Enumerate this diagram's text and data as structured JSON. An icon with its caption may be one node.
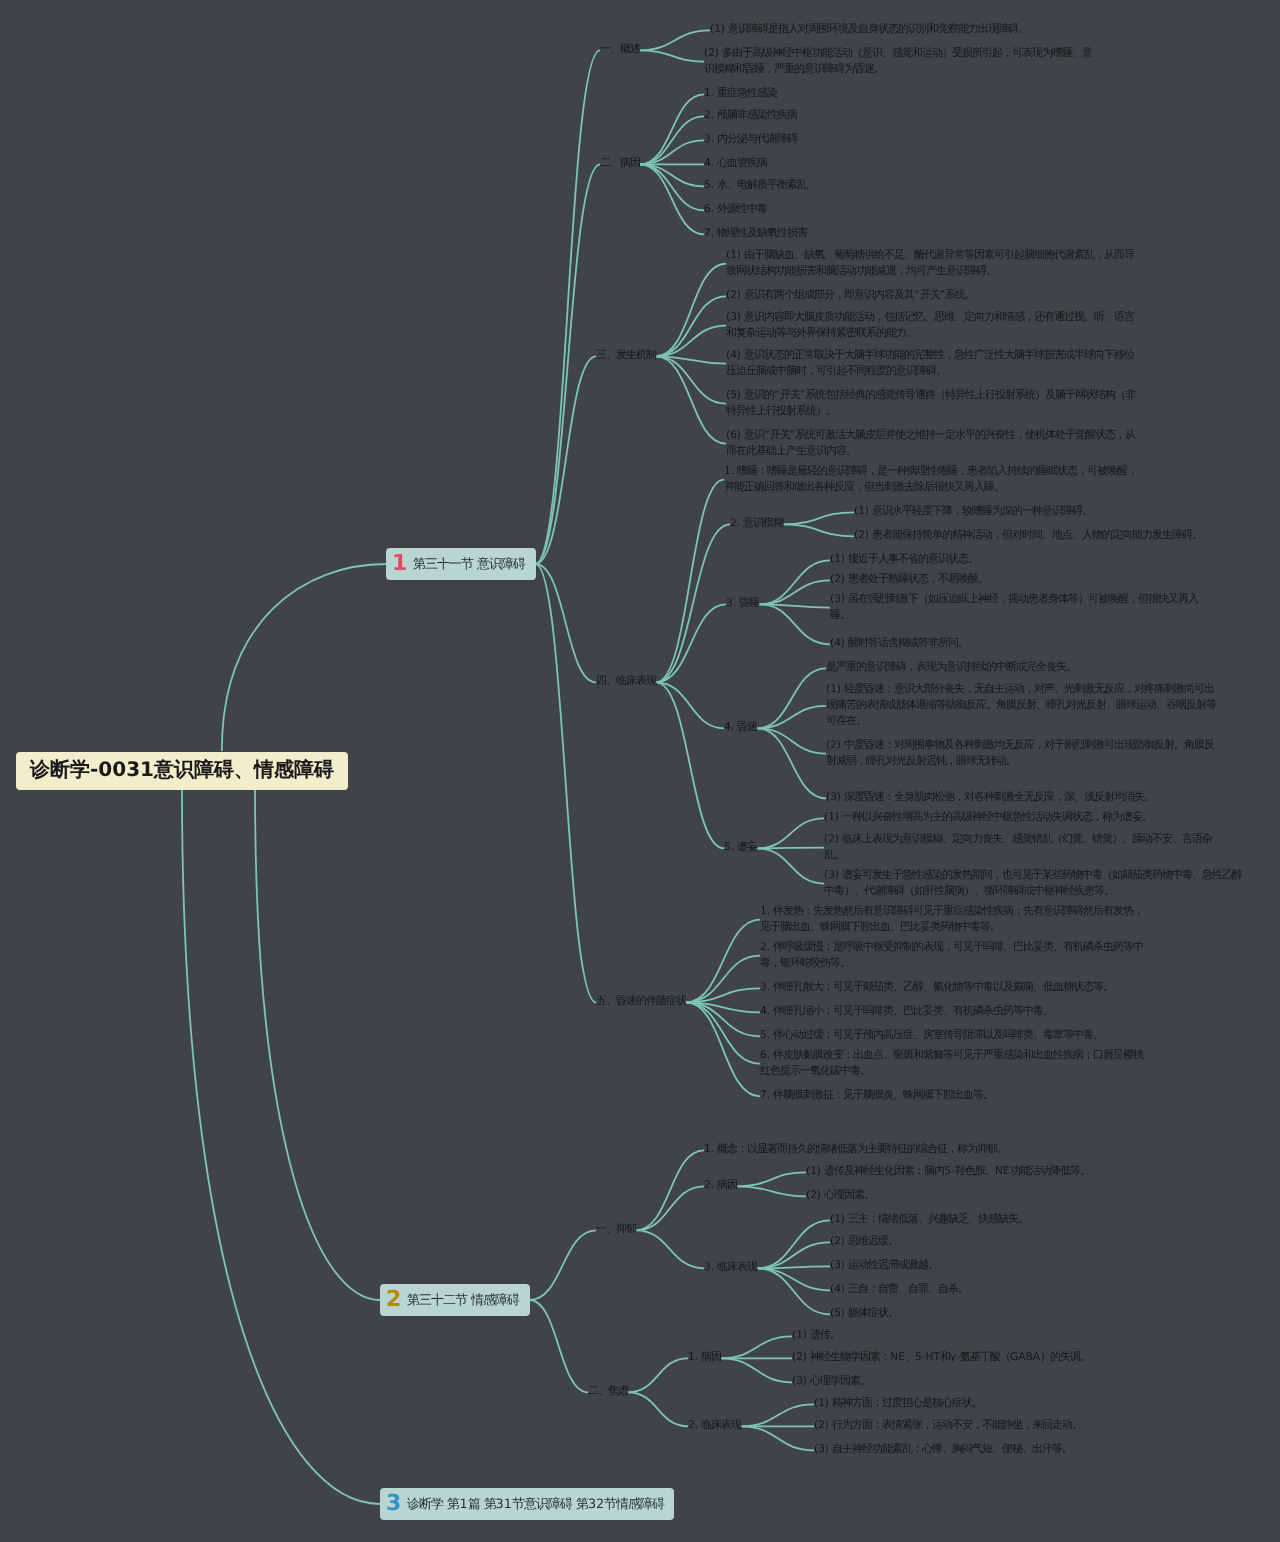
{
  "diagram": {
    "nodes": [
      {
        "text": [
          "诊断学-0031意识障碍、情感障碍"
        ]
      },
      {
        "text": [
          "1",
          "第三十一节 意识障碍"
        ]
      },
      {
        "text": [
          "一、概述"
        ]
      },
      {
        "text": [
          "(1) 意识障碍是指人对周围环境及自身状态的识别和觉察能力出现障碍。"
        ]
      },
      {
        "text": [
          "(2) 多由于高级神经中枢功能活动（意识、感觉和运动）受损所引起，可表现为嗜睡、意识模糊和昏睡，严重的意识障碍为昏迷。"
        ]
      },
      {
        "text": [
          "二、病因"
        ]
      },
      {
        "text": [
          "1. 重症急性感染"
        ]
      },
      {
        "text": [
          "2. 颅脑非感染性疾病"
        ]
      },
      {
        "text": [
          "3. 内分泌与代谢障碍"
        ]
      },
      {
        "text": [
          "4. 心血管疾病"
        ]
      },
      {
        "text": [
          "5. 水、电解质平衡紊乱"
        ]
      },
      {
        "text": [
          "6. 外源性中毒"
        ]
      },
      {
        "text": [
          "7. 物理性及缺氧性损害"
        ]
      },
      {
        "text": [
          "三、发生机制"
        ]
      },
      {
        "text": [
          "(1) 由于脑缺血、缺氧、葡萄糖供给不足、酶代谢异常等因素可引起脑细胞代谢紊乱，从而导致网状结构功能损害和脑活动功能减退，均可产生意识障碍。"
        ]
      },
      {
        "text": [
          "(2) 意识有两个组成部分，即意识内容及其“开关”系统。"
        ]
      },
      {
        "text": [
          "(3) 意识内容即大脑皮质功能活动，包括记忆、思维、定向力和情感，还有通过视、听、语言和复杂运动等与外界保持紧密联系的能力。"
        ]
      },
      {
        "text": [
          "(4) 意识状态的正常取决于大脑半球功能的完整性，急性广泛性大脑半球损害或半球向下移位压迫丘脑或中脑时，可引起不同程度的意识障碍。"
        ]
      },
      {
        "text": [
          "(5) 意识的“开关”系统包括经典的感觉传导通路（特异性上行投射系统）及脑干网状结构（非特异性上行投射系统）。"
        ]
      },
      {
        "text": [
          "(6) 意识“开关”系统可激活大脑皮层并使之维持一定水平的兴奋性，使机体处于觉醒状态，从而在此基础上产生意识内容。"
        ]
      },
      {
        "text": [
          "四、临床表现"
        ]
      },
      {
        "text": [
          "1. 嗜睡：嗜睡是最轻的意识障碍，是一种病理性倦睡，患者陷入持续的睡眠状态，可被唤醒，并能正确回答和做出各种反应，但当刺激去除后很快又再入睡。"
        ]
      },
      {
        "text": [
          "2. 意识模糊"
        ]
      },
      {
        "text": [
          "(1) 意识水平轻度下降，较嗜睡为深的一种意识障碍。"
        ]
      },
      {
        "text": [
          "(2) 患者能保持简单的精神活动，但对时间、地点、人物的定向能力发生障碍。"
        ]
      },
      {
        "text": [
          "3. 昏睡"
        ]
      },
      {
        "text": [
          "(1) 接近于人事不省的意识状态。"
        ]
      },
      {
        "text": [
          "(2) 患者处于熟睡状态，不易唤醒。"
        ]
      },
      {
        "text": [
          "(3) 虽在强烈刺激下（如压迫眶上神经，摇动患者身体等）可被唤醒，但很快又再入睡。"
        ]
      },
      {
        "text": [
          "(4) 醒时答话含糊或答非所问。"
        ]
      },
      {
        "text": [
          "4. 昏迷"
        ]
      },
      {
        "text": [
          "是严重的意识障碍，表现为意识持续的中断或完全丧失。"
        ]
      },
      {
        "text": [
          "(1) 轻度昏迷：意识大部分丧失，无自主运动，对声、光刺激无反应，对疼痛刺激尚可出现痛苦的表情或肢体退缩等防御反应。角膜反射、瞳孔对光反射、眼球运动、吞咽反射等可存在。"
        ]
      },
      {
        "text": [
          "(2) 中度昏迷：对周围事物及各种刺激均无反应，对于剧烈刺激可出现防御反射。角膜反射减弱，瞳孔对光反射迟钝，眼球无转动。"
        ]
      },
      {
        "text": [
          "(3) 深度昏迷：全身肌肉松弛，对各种刺激全无反应，深、浅反射均消失。"
        ]
      },
      {
        "text": [
          "5. 谵妄"
        ]
      },
      {
        "text": [
          "(1) 一种以兴奋性增高为主的高级神经中枢急性活动失调状态，称为谵妄。"
        ]
      },
      {
        "text": [
          "(2) 临床上表现为意识模糊、定向力丧失、感觉错乱（幻觉、错觉）、躁动不安、言语杂乱。"
        ]
      },
      {
        "text": [
          "(3) 谵妄可发生于急性感染的发热期间，也可见于某些药物中毒（如颠茄类药物中毒、急性乙醇中毒）、代谢障碍（如肝性脑病）、循环障碍或中枢神经疾患等。"
        ]
      },
      {
        "text": [
          "五、昏迷的伴随症状"
        ]
      },
      {
        "text": [
          "1. 伴发热：先发热然后有意识障碍可见于重症感染性疾病；先有意识障碍然后有发热，见于脑出血、蛛网膜下腔出血、巴比妥类药物中毒等。"
        ]
      },
      {
        "text": [
          "2. 伴呼吸缓慢：是呼吸中枢受抑制的表现，可见于吗啡、巴比妥类、有机磷杀虫药等中毒，银环蛇咬伤等。"
        ]
      },
      {
        "text": [
          "3. 伴瞳孔散大：可见于颠茄类、乙醇、氰化物等中毒以及癫痫、低血糖状态等。"
        ]
      },
      {
        "text": [
          "4. 伴瞳孔缩小：可见于吗啡类、巴比妥类、有机磷杀虫药等中毒。"
        ]
      },
      {
        "text": [
          "5. 伴心动过缓：可见于颅内高压症、房室传导阻滞以及吗啡类、毒蕈等中毒。"
        ]
      },
      {
        "text": [
          "6. 伴皮肤黏膜改变：出血点、瘀斑和紫癜等可见于严重感染和出血性疾病；口唇呈樱桃红色提示一氧化碳中毒。"
        ]
      },
      {
        "text": [
          "7. 伴脑膜刺激征：见于脑膜炎、蛛网膜下腔出血等。"
        ]
      },
      {
        "text": [
          "2",
          "第三十二节 情感障碍"
        ]
      },
      {
        "text": [
          "一、抑郁"
        ]
      },
      {
        "text": [
          "1. 概念：以显著而持久的情绪低落为主要特征的综合征，称为抑郁。"
        ]
      },
      {
        "text": [
          "2. 病因"
        ]
      },
      {
        "text": [
          "(1) 遗传及神经生化因素：脑内5-羟色胺、NE功能活动降低等。"
        ]
      },
      {
        "text": [
          "(2) 心理因素。"
        ]
      },
      {
        "text": [
          "3. 临床表现"
        ]
      },
      {
        "text": [
          "(1) 三主：情绪低落、兴趣缺乏、快感缺失。"
        ]
      },
      {
        "text": [
          "(2) 思维迟缓。"
        ]
      },
      {
        "text": [
          "(3) 运动性迟滞或激越。"
        ]
      },
      {
        "text": [
          "(4) 三自：自责、自罪、自杀。"
        ]
      },
      {
        "text": [
          "(5) 躯体症状。"
        ]
      },
      {
        "text": [
          "二、焦虑"
        ]
      },
      {
        "text": [
          "1. 病因"
        ]
      },
      {
        "text": [
          "(1) 遗传。"
        ]
      },
      {
        "text": [
          "(2) 神经生物学因素：NE、5-HT和γ-氨基丁酸（GABA）的失调。"
        ]
      },
      {
        "text": [
          "(3) 心理学因素。"
        ]
      },
      {
        "text": [
          "2. 临床表现"
        ]
      },
      {
        "text": [
          "(1) 精神方面：过度担心是核心症状。"
        ]
      },
      {
        "text": [
          "(2) 行为方面：表情紧张，运动不安，不能静坐，来回走动。"
        ]
      },
      {
        "text": [
          "(3) 自主神经功能紊乱：心悸、胸闷气短、便秘、出汗等。"
        ]
      },
      {
        "text": [
          "3",
          "诊断学 第1篇 第31节意识障碍 第32节情感障碍"
        ]
      }
    ],
    "edges": [
      {
        "from": 0,
        "to": 1,
        "arrow": "none"
      },
      {
        "from": 0,
        "to": 47,
        "arrow": "none"
      },
      {
        "from": 0,
        "to": 68,
        "arrow": "none"
      },
      {
        "from": 1,
        "to": 2,
        "arrow": "none"
      },
      {
        "from": 1,
        "to": 5,
        "arrow": "none"
      },
      {
        "from": 1,
        "to": 13,
        "arrow": "none"
      },
      {
        "from": 1,
        "to": 20,
        "arrow": "none"
      },
      {
        "from": 1,
        "to": 39,
        "arrow": "none"
      },
      {
        "from": 2,
        "to": 3,
        "arrow": "none"
      },
      {
        "from": 2,
        "to": 4,
        "arrow": "none"
      },
      {
        "from": 5,
        "to": 6,
        "arrow": "none"
      },
      {
        "from": 5,
        "to": 7,
        "arrow": "none"
      },
      {
        "from": 5,
        "to": 8,
        "arrow": "none"
      },
      {
        "from": 5,
        "to": 9,
        "arrow": "none"
      },
      {
        "from": 5,
        "to": 10,
        "arrow": "none"
      },
      {
        "from": 5,
        "to": 11,
        "arrow": "none"
      },
      {
        "from": 5,
        "to": 12,
        "arrow": "none"
      },
      {
        "from": 13,
        "to": 14,
        "arrow": "none"
      },
      {
        "from": 13,
        "to": 15,
        "arrow": "none"
      },
      {
        "from": 13,
        "to": 16,
        "arrow": "none"
      },
      {
        "from": 13,
        "to": 17,
        "arrow": "none"
      },
      {
        "from": 13,
        "to": 18,
        "arrow": "none"
      },
      {
        "from": 13,
        "to": 19,
        "arrow": "none"
      },
      {
        "from": 20,
        "to": 21,
        "arrow": "none"
      },
      {
        "from": 20,
        "to": 22,
        "arrow": "none"
      },
      {
        "from": 20,
        "to": 25,
        "arrow": "none"
      },
      {
        "from": 20,
        "to": 30,
        "arrow": "none"
      },
      {
        "from": 20,
        "to": 35,
        "arrow": "none"
      },
      {
        "from": 22,
        "to": 23,
        "arrow": "none"
      },
      {
        "from": 22,
        "to": 24,
        "arrow": "none"
      },
      {
        "from": 25,
        "to": 26,
        "arrow": "none"
      },
      {
        "from": 25,
        "to": 27,
        "arrow": "none"
      },
      {
        "from": 25,
        "to": 28,
        "arrow": "none"
      },
      {
        "from": 25,
        "to": 29,
        "arrow": "none"
      },
      {
        "from": 30,
        "to": 31,
        "arrow": "none"
      },
      {
        "from": 30,
        "to": 32,
        "arrow": "none"
      },
      {
        "from": 30,
        "to": 33,
        "arrow": "none"
      },
      {
        "from": 30,
        "to": 34,
        "arrow": "none"
      },
      {
        "from": 35,
        "to": 36,
        "arrow": "none"
      },
      {
        "from": 35,
        "to": 37,
        "arrow": "none"
      },
      {
        "from": 35,
        "to": 38,
        "arrow": "none"
      },
      {
        "from": 39,
        "to": 40,
        "arrow": "none"
      },
      {
        "from": 39,
        "to": 41,
        "arrow": "none"
      },
      {
        "from": 39,
        "to": 42,
        "arrow": "none"
      },
      {
        "from": 39,
        "to": 43,
        "arrow": "none"
      },
      {
        "from": 39,
        "to": 44,
        "arrow": "none"
      },
      {
        "from": 39,
        "to": 45,
        "arrow": "none"
      },
      {
        "from": 39,
        "to": 46,
        "arrow": "none"
      },
      {
        "from": 47,
        "to": 48,
        "arrow": "none"
      },
      {
        "from": 47,
        "to": 59,
        "arrow": "none"
      },
      {
        "from": 48,
        "to": 49,
        "arrow": "none"
      },
      {
        "from": 48,
        "to": 50,
        "arrow": "none"
      },
      {
        "from": 48,
        "to": 53,
        "arrow": "none"
      },
      {
        "from": 50,
        "to": 51,
        "arrow": "none"
      },
      {
        "from": 50,
        "to": 52,
        "arrow": "none"
      },
      {
        "from": 53,
        "to": 54,
        "arrow": "none"
      },
      {
        "from": 53,
        "to": 55,
        "arrow": "none"
      },
      {
        "from": 53,
        "to": 56,
        "arrow": "none"
      },
      {
        "from": 53,
        "to": 57,
        "arrow": "none"
      },
      {
        "from": 53,
        "to": 58,
        "arrow": "none"
      },
      {
        "from": 59,
        "to": 60,
        "arrow": "none"
      },
      {
        "from": 59,
        "to": 64,
        "arrow": "none"
      },
      {
        "from": 60,
        "to": 61,
        "arrow": "none"
      },
      {
        "from": 60,
        "to": 62,
        "arrow": "none"
      },
      {
        "from": 60,
        "to": 63,
        "arrow": "none"
      },
      {
        "from": 64,
        "to": 65,
        "arrow": "none"
      },
      {
        "from": 64,
        "to": 66,
        "arrow": "none"
      },
      {
        "from": 64,
        "to": 67,
        "arrow": "none"
      }
    ]
  }
}
